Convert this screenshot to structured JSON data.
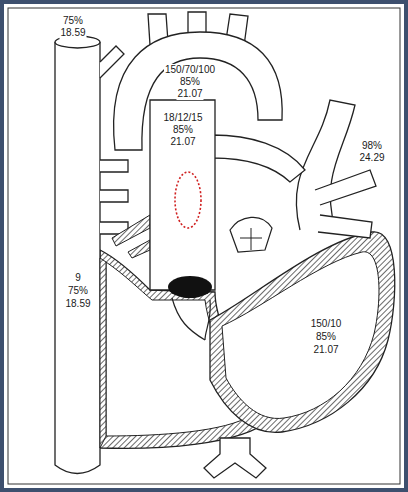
{
  "diagram": {
    "labels": [
      "75%",
      "18.59",
      "150/70/100",
      "85%",
      "21.07",
      "18/12/15",
      "85%",
      "21.07",
      "98%",
      "24.29",
      "9",
      "75%",
      "18.59",
      "150/10",
      "85%",
      "21.07"
    ]
  }
}
